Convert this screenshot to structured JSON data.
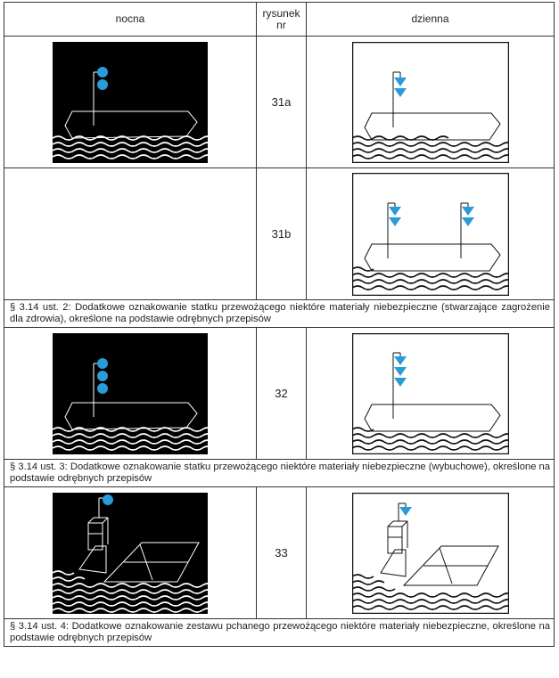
{
  "header": {
    "night": "nocna",
    "figure_no": "rysunek nr",
    "day": "dzienna"
  },
  "rows": [
    {
      "number": "31a"
    },
    {
      "number": "31b"
    },
    {
      "number": "32"
    },
    {
      "number": "33"
    }
  ],
  "captions": [
    "§ 3.14 ust. 2: Dodatkowe oznakowanie statku przewożącego niektóre materiały niebezpieczne (stwarzające zagrożenie dla zdrowia), określone na podstawie odrębnych przepisów",
    "§ 3.14 ust. 3: Dodatkowe oznakowanie statku przewożącego niektóre materiały niebezpieczne (wybuchowe), określone na podstawie odrębnych przepisów",
    "§ 3.14 ust. 4: Dodatkowe oznakowanie zestawu pchanego przewożącego niektóre materiały niebezpieczne, określone na podstawie odrębnych przepisów"
  ],
  "colors": {
    "signal_blue": "#2a9ad8",
    "night_bg": "#000000",
    "line": "#333333"
  }
}
